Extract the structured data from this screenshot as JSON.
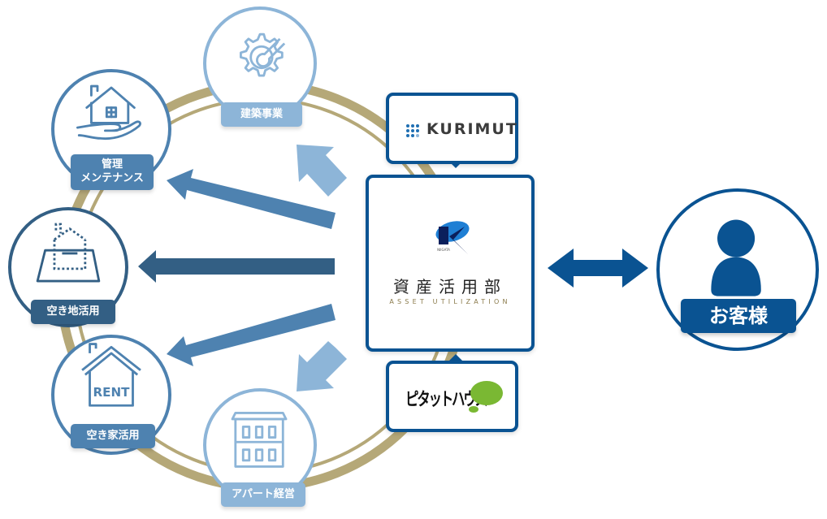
{
  "colors": {
    "gold": "#b5a878",
    "navy": "#0a5392",
    "mid_blue": "#4e82b0",
    "dark_blue": "#335f84",
    "light_blue": "#8db5d8",
    "green": "#7ab833"
  },
  "services": [
    {
      "id": "construction",
      "label": "建築事業",
      "icon": "gear-wrench-icon"
    },
    {
      "id": "management",
      "label_line1": "管理",
      "label_line2": "メンテナンス",
      "icon": "house-in-hand-icon"
    },
    {
      "id": "vacant-land",
      "label": "空き地活用",
      "icon": "dotted-house-on-land-icon"
    },
    {
      "id": "vacant-house",
      "label": "空き家活用",
      "icon": "rent-house-icon",
      "icon_text": "RENT"
    },
    {
      "id": "apartment",
      "label": "アパート経営",
      "icon": "apartment-building-icon"
    }
  ],
  "center": {
    "title": "資産活用部",
    "subtitle": "ASSET UTILIZATION",
    "logo_small_text": "NIIGATA PREFECT KOHSYO"
  },
  "partners": {
    "top": {
      "name": "KURIMUT"
    },
    "bottom": {
      "name": "ピタットハウス"
    }
  },
  "customer": {
    "label": "お客様",
    "icon": "person-icon"
  }
}
